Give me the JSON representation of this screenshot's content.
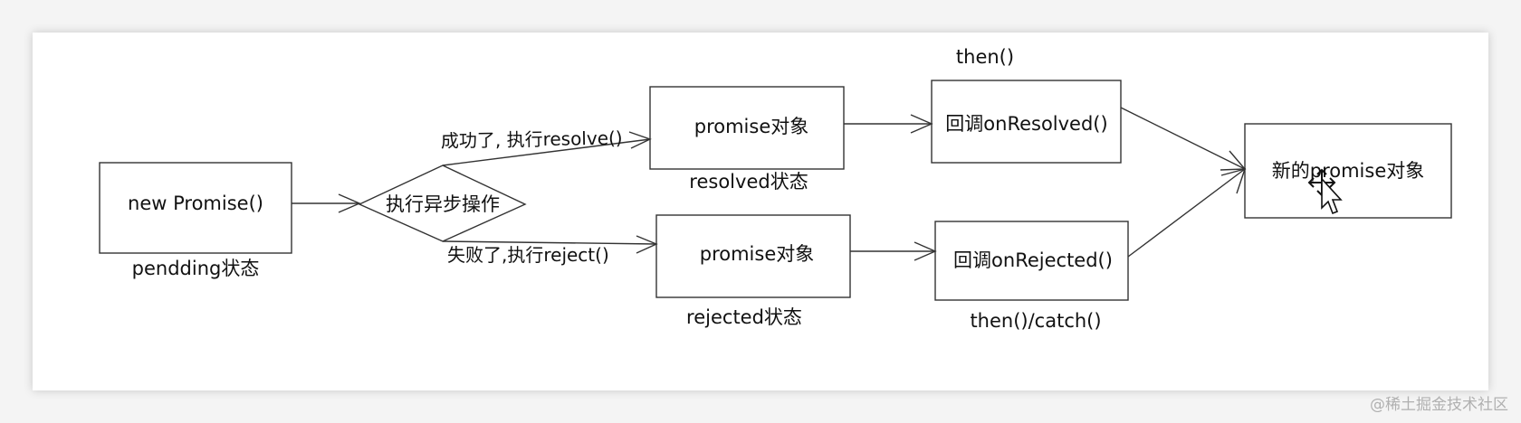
{
  "diagram": {
    "new_promise": "new Promise()",
    "pending_state": "pendding状态",
    "async_op": "执行异步操作",
    "success_edge": "成功了, 执行resolve()",
    "fail_edge": "失败了,执行reject()",
    "resolved_promise": "promise对象",
    "resolved_state": "resolved状态",
    "rejected_promise": "promise对象",
    "rejected_state": "rejected状态",
    "on_resolved": "回调onResolved()",
    "on_rejected": "回调onRejected()",
    "then_label": "then()",
    "then_catch_label": "then()/catch()",
    "new_promise_obj": "新的promise对象"
  },
  "watermark": "@稀土掘金技术社区",
  "colors": {
    "stroke": "#333333",
    "text": "#111111",
    "canvas": "#ffffff",
    "background": "#f4f4f4"
  }
}
